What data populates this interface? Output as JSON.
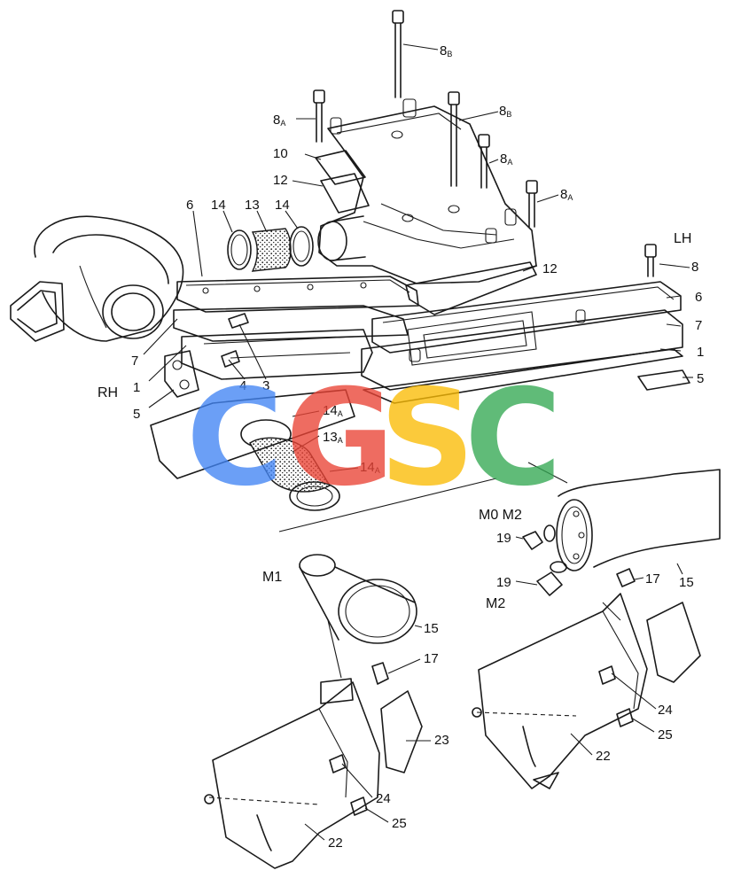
{
  "watermark": {
    "letters": [
      "C",
      "G",
      "S",
      "C"
    ],
    "colors": [
      "#4285f4",
      "#ea4335",
      "#fbbc05",
      "#34a853"
    ]
  },
  "labels": {
    "bolt_8b_top": "8",
    "bolt_8b_mid": "8",
    "bolt_8a_left": "8",
    "bolt_8a_r1": "8",
    "bolt_8a_r2": "8",
    "sub_b": "B",
    "sub_a": "A",
    "p10": "10",
    "p12_left": "12",
    "p12_right": "12",
    "p14_left": "14",
    "p13": "13",
    "p14_right": "14",
    "p6_left": "6",
    "p6_right": "6",
    "p7_left": "7",
    "p7_right": "7",
    "p1_left": "1",
    "p1_right": "1",
    "p5_left": "5",
    "p5_right": "5",
    "p4": "4",
    "p3": "3",
    "p8_lh": "8",
    "p14a_upper": "14",
    "p13a": "13",
    "p14a_lower": "14",
    "p15_m1": "15",
    "p15_m2": "15",
    "p17_m1": "17",
    "p17_m2": "17",
    "p19_upper": "19",
    "p19_lower": "19",
    "p22_left": "22",
    "p22_right": "22",
    "p23": "23",
    "p24_left": "24",
    "p24_right": "24",
    "p25_left": "25",
    "p25_right": "25"
  },
  "side_labels": {
    "rh": "RH",
    "lh": "LH",
    "m1": "M1",
    "m0m2": "M0 M2",
    "m2": "M2"
  }
}
